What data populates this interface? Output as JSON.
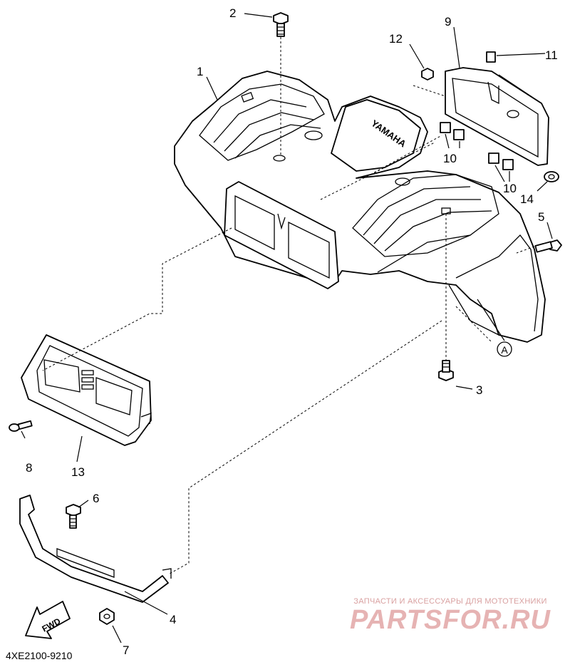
{
  "diagram": {
    "callouts": {
      "p1": "1",
      "p2": "2",
      "p3": "3",
      "p4": "4",
      "p5": "5",
      "p6": "6",
      "p7": "7",
      "p8": "8",
      "p9": "9",
      "p10a": "10",
      "p10b": "10",
      "p11": "11",
      "p12": "12",
      "p13": "13",
      "p14": "14",
      "refA": "A"
    },
    "fender_brand": "YAMAHA",
    "fwd_arrow": "FWD",
    "diagram_code": "4XE2100-9210"
  },
  "watermark": {
    "top_text": "ЗАПЧАСТИ И АКСЕССУАРЫ ДЛЯ МОТОТЕХНИКИ",
    "main_text": "PARTSFOR.RU",
    "color": "#e6b3b3"
  }
}
